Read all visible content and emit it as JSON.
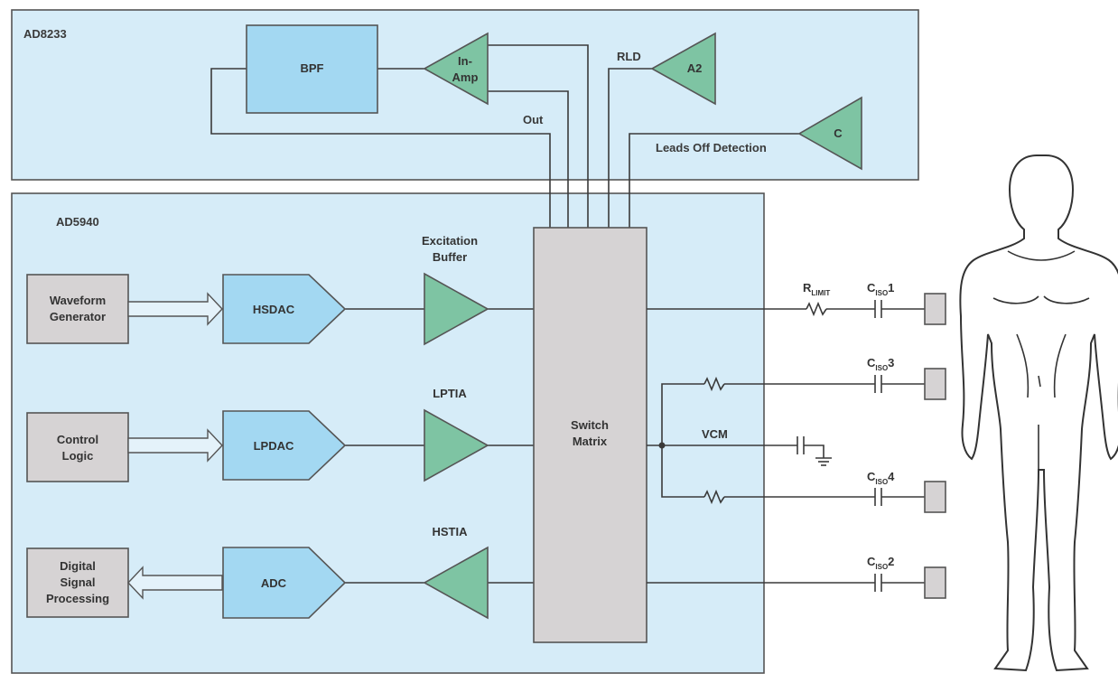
{
  "ad8233": {
    "title": "AD8233",
    "bpf": "BPF",
    "inamp_line1": "In-",
    "inamp_line2": "Amp",
    "rld": "RLD",
    "a2": "A2",
    "out": "Out",
    "leads_off": "Leads Off Detection",
    "comparator": "C"
  },
  "ad5940": {
    "title": "AD5940",
    "waveform_line1": "Waveform",
    "waveform_line2": "Generator",
    "control_line1": "Control",
    "control_line2": "Logic",
    "dsp_line1": "Digital",
    "dsp_line2": "Signal",
    "dsp_line3": "Processing",
    "hsdac": "HSDAC",
    "lpdac": "LPDAC",
    "adc": "ADC",
    "excitation_line1": "Excitation",
    "excitation_line2": "Buffer",
    "lptia": "LPTIA",
    "hstia": "HSTIA",
    "switch_line1": "Switch",
    "switch_line2": "Matrix"
  },
  "external": {
    "r_limit_main": "R",
    "r_limit_sub": "LIMIT",
    "c_main": "C",
    "c_sub": "ISO",
    "ciso1_num": "1",
    "ciso3_num": "3",
    "ciso4_num": "4",
    "ciso2_num": "2",
    "vcm": "VCM"
  }
}
